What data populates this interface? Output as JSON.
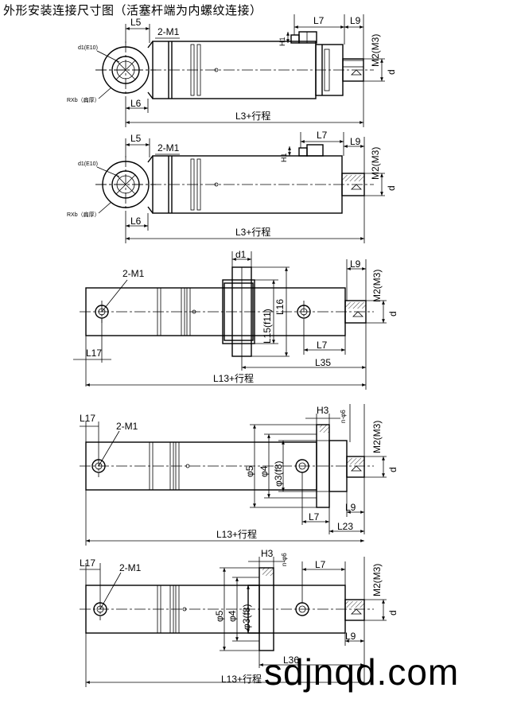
{
  "title": "外形安装连接尺寸图（活塞杆端为内螺纹连接）",
  "watermark": "sdjnqd.com",
  "dims": {
    "L5": "L5",
    "M1x2": "2-M1",
    "L7": "L7",
    "L9": "L9",
    "H1": "H1",
    "M2M3": "M2(M3)",
    "d1E10": "d1(E10)",
    "RXb": "RXb（扁厚）",
    "L6": "L6",
    "L3stroke": "L3+行程",
    "d": "d",
    "d1": "d1",
    "L15f11": "L15(f11)",
    "L16": "L16",
    "L17": "L17",
    "L35": "L35",
    "L13stroke": "L13+行程",
    "H3": "H3",
    "nphi6": "n-φ6",
    "phi5": "φ5",
    "phi4": "φ4",
    "phi3f8": "φ3(f8)",
    "L23": "L23",
    "L36": "L36"
  }
}
